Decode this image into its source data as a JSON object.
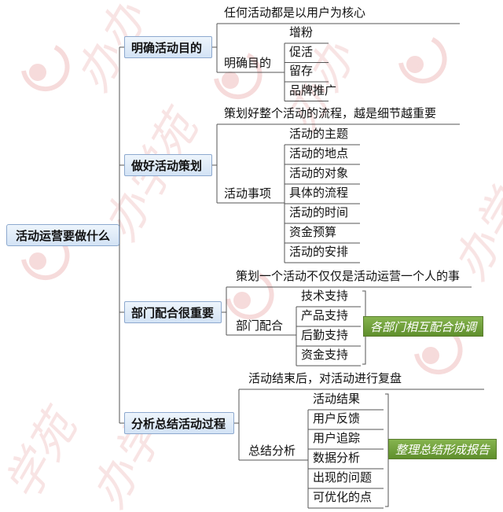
{
  "root": "活动运营要做什么",
  "sections": [
    {
      "title": "明确活动目的",
      "intro": "任何活动都是以用户为核心",
      "group": "明确目的",
      "items": [
        "增粉",
        "促活",
        "留存",
        "品牌推广"
      ]
    },
    {
      "title": "做好活动策划",
      "intro": "策划好整个活动的流程，越是细节越重要",
      "group": "活动事项",
      "items": [
        "活动的主题",
        "活动的地点",
        "活动的对象",
        "具体的流程",
        "活动的时间",
        "资金预算",
        "活动的安排"
      ]
    },
    {
      "title": "部门配合很重要",
      "intro": "策划一个活动不仅仅是活动运营一个人的事",
      "group": "部门配合",
      "items": [
        "技术支持",
        "产品支持",
        "后勤支持",
        "资金支持"
      ],
      "note": "各部门相互配合协调"
    },
    {
      "title": "分析总结活动过程",
      "intro": "活动结束后，对活动进行复盘",
      "group": "总结分析",
      "items": [
        "活动结果",
        "用户反馈",
        "用户追踪",
        "数据分析",
        "出现的问题",
        "可优化的点"
      ],
      "note": "整理总结形成报告"
    }
  ],
  "colors": {
    "line": "#555555",
    "node_fill": "#dce8f6",
    "node_border": "#8da9cf",
    "note_fill": "#6e9d37",
    "watermark": "#f2c8c8"
  }
}
